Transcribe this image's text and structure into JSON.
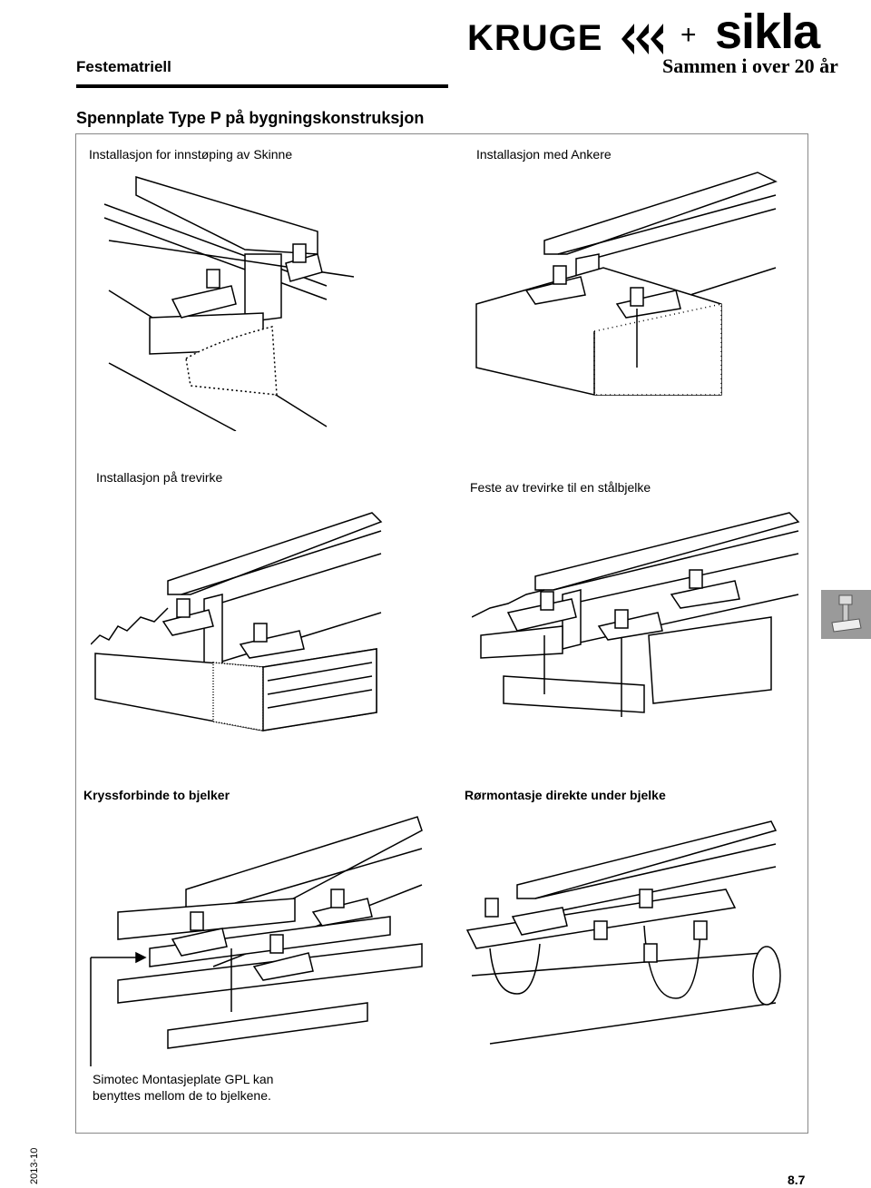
{
  "header": {
    "section": "Festematriell",
    "logo_left": "KRUGE",
    "logo_plus": "+",
    "logo_right": "sikla",
    "tagline": "Sammen i over 20 år"
  },
  "page_title": "Spennplate Type P på bygningskonstruksjon",
  "figures": [
    {
      "caption": "Installasjon for innstøping av Skinne"
    },
    {
      "caption": "Installasjon med Ankere"
    },
    {
      "caption": "Installasjon på trevirke"
    },
    {
      "caption": "Feste av trevirke til en stålbjelke"
    },
    {
      "caption": "Kryssforbinde to bjelker"
    },
    {
      "caption": "Rørmontasje direkte under bjelke"
    }
  ],
  "note": "Simotec Montasjeplate GPL kan benyttes mellom de to bjelkene.",
  "footer": {
    "date": "2013-10",
    "page": "8.7"
  }
}
